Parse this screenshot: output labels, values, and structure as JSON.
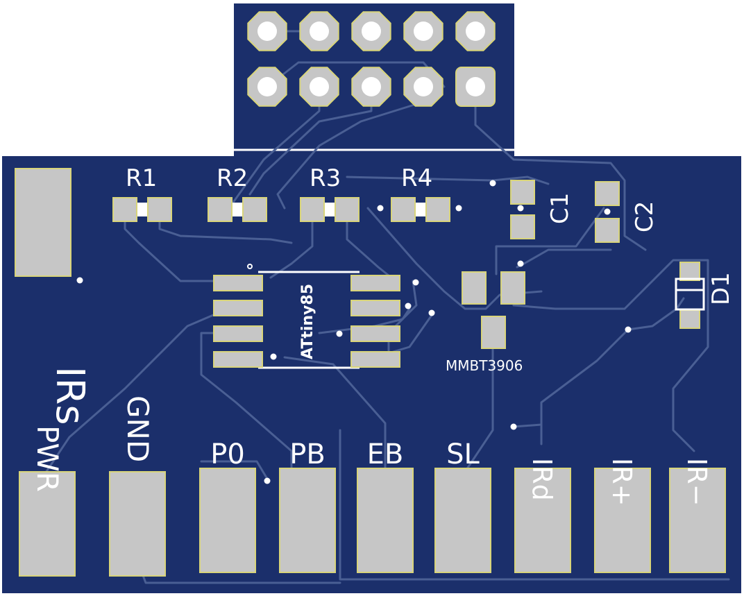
{
  "board": {
    "colors": {
      "substrate": "#1b2f6b",
      "trace": "#4a5f94",
      "pad": "#c6c6c6",
      "pad_outline": "#d8d47a",
      "silkscreen": "#ffffff"
    },
    "resistors": [
      {
        "ref": "R1"
      },
      {
        "ref": "R2"
      },
      {
        "ref": "R3"
      },
      {
        "ref": "R4"
      }
    ],
    "capacitors": [
      {
        "ref": "C1"
      },
      {
        "ref": "C2"
      }
    ],
    "diode": {
      "ref": "D1"
    },
    "ic": {
      "label": "ATtiny85"
    },
    "transistor": {
      "label": "MMBT3906"
    },
    "side_label": "IRs",
    "connector_pads": [
      {
        "label": "PWR"
      },
      {
        "label": "GND"
      },
      {
        "label": "P0"
      },
      {
        "label": "PB"
      },
      {
        "label": "EB"
      },
      {
        "label": "SL"
      },
      {
        "label": "IRd"
      },
      {
        "label": "IR+"
      },
      {
        "label": "IR−"
      }
    ],
    "header_pins": 10
  }
}
